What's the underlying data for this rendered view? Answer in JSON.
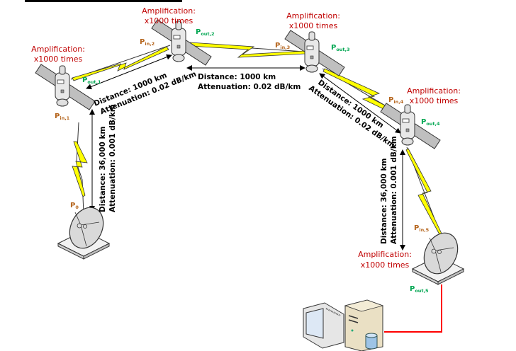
{
  "diagram": {
    "type": "satellite-relay-link-chain",
    "satellites": [
      {
        "id": 1,
        "amplification_label": "Amplification:",
        "amplification_value": "x1000 times",
        "pin_main": "P",
        "pin_sub": "in,1",
        "pout_main": "P",
        "pout_sub": "out,1"
      },
      {
        "id": 2,
        "amplification_label": "Amplification:",
        "amplification_value": "x1000 times",
        "pin_main": "P",
        "pin_sub": "in,2",
        "pout_main": "P",
        "pout_sub": "out,2"
      },
      {
        "id": 3,
        "amplification_label": "Amplification:",
        "amplification_value": "x1000 times",
        "pin_main": "P",
        "pin_sub": "in,3",
        "pout_main": "P",
        "pout_sub": "out,3"
      },
      {
        "id": 4,
        "amplification_label": "Amplification:",
        "amplification_value": "x1000 times",
        "pin_main": "P",
        "pin_sub": "in,4",
        "pout_main": "P",
        "pout_sub": "out,4"
      }
    ],
    "ground_stations": [
      {
        "id": "source",
        "power_main": "P",
        "power_sub": "0"
      },
      {
        "id": "destination",
        "amplification_label": "Amplification:",
        "amplification_value": "x1000 times",
        "pin_main": "P",
        "pin_sub": "in,5",
        "pout_main": "P",
        "pout_sub": "out,5"
      }
    ],
    "links": [
      {
        "from": "ground-source",
        "to": "satellite-1",
        "distance": "Distance: 36,000 km",
        "attenuation": "Attenuation: 0.001 dB/km"
      },
      {
        "from": "satellite-1",
        "to": "satellite-2",
        "distance": "Distance: 1000 km",
        "attenuation": "Attenuation: 0.02 dB/km"
      },
      {
        "from": "satellite-2",
        "to": "satellite-3",
        "distance": "Distance: 1000 km",
        "attenuation": "Attenuation: 0.02 dB/km"
      },
      {
        "from": "satellite-3",
        "to": "satellite-4",
        "distance": "Distance: 1000 km",
        "attenuation": "Attenuation: 0.02 dB/km"
      },
      {
        "from": "satellite-4",
        "to": "ground-destination",
        "distance": "Distance: 36,000 km",
        "attenuation": "Attenuation: 0.001 dB/km"
      }
    ],
    "endpoint": {
      "label": "workstation-and-server"
    },
    "colors": {
      "amplification": "#c00000",
      "input_power": "#b5651d",
      "output_power": "#00a651",
      "signal_bolt": "#ffff00",
      "wired_link": "#ff0000"
    }
  }
}
